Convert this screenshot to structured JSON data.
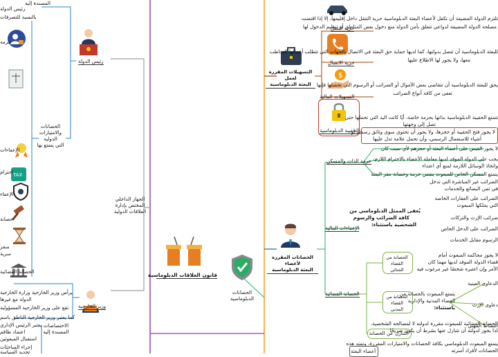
{
  "center": {
    "title": "قانون العلاقات الدبلوماسية"
  },
  "right": {
    "immunity": {
      "label": "الحصانات\nالدبلوماسية"
    },
    "facilities": {
      "label": "التسهيلات المقررة لعمل\nالبعثة الدبلوماسية",
      "movement": {
        "label": "حرية التنقل",
        "text1": "تلتزم الدولة المضيفة أن تكفل لأعضاء البعثة الدبلوماسية حرية التنقل داخل إقليمها، إلا إذا اقتضت",
        "text2": "مصلحة الدولة المضيفة لدواعي تتعلق بأمن الدولة منع دخول بعض المناطق أو تنظيم الدخول لها"
      },
      "contact": {
        "label": "حرية الاتصال",
        "text1": "للبعثة الدبلوماسية أن تتصل بدولتها، كما لديها حماية حق البعثة في الاتصال  بالجهات التي تتطلب أعمالها التخاطب",
        "text2": "معها، ولا يجوز لها الاطلاع عليها"
      },
      "finance": {
        "label": "التسهيلات المالية",
        "text1": "يحق للبعثة الدبلوماسية أن تتقاضى بعض الأموال أو الضرائب أو الرسوم التي تحصلها فإنها",
        "text2": "تعفى من كافة أنواع الضرائب"
      },
      "bag": {
        "label": "الحقيبة الدبلوماسية",
        "text1": "تتمتع الحقيبة الدبلوماسية بذاتها بحرمة خاصة، أيًا كانت اليد التي تحملها حتى",
        "text2": "تصل إلى وجهتها",
        "warn1": "لا يجوز فتح الحقيبة أو حجزها، ولا يجوز أن تحتوي سوى وثائق رسمية أو",
        "warn2": "أشياء للاستعمال الرسمي، وأن تحمل علامة تدل عليها"
      }
    },
    "members": {
      "label": "الحصانات المقررة لأعضاء\nالبعثة الدبلوماسية",
      "personal": {
        "label": "حرمة الذات والمسكن",
        "i1": "لا يجوز القبض على أعضاء البعثة أو حجزهم لأي سبب كان",
        "i2": "يجب على الدولة الموفد لديها معاملة الأعضاء بالاحترام اللازم،",
        "i3": "واتخاذ الوسائل اللازمة لمنع أي اعتداء",
        "i4": "يتمتع المسكن الخاص للمبعوث بنفس حرمة وحصانة مقر البعثة"
      },
      "fiscal": {
        "label": "الإعفاءات المالية",
        "text1": "يُعفى الممثل الدبلوماسي من",
        "text2": "كافة الضرائب والرسوم",
        "text3": "الشخصية باستثناء:",
        "e1": "الضرائب غير المباشرة التي تدخل",
        "e2": "في ثمن البضائع والخدمات",
        "e3": "الضرائب على العقارات الخاصة",
        "e4": "التي يملكها المبعوث",
        "e5": "ضرائب الإرث والتركات",
        "e6": "الضرائب على الدخل الخاص",
        "e7": "الرسوم مقابل الخدمات"
      },
      "judicial": {
        "label": "الحصانة القضائية",
        "criminal": {
          "label": "الحصانة من القضاء\nالجنائي",
          "text1": "لا يجوز محاكمة المبعوث أمام",
          "text2": "قضاء الدولة الموفد لديها مهما كان",
          "text3": "الأمر وإن اعتبره شخصًا غير مرغوب فيه"
        },
        "civil": {
          "label": "الحصانة من القضاء\nالمدني",
          "text1": "يتمتع المبعوث بالحصانة من",
          "text2": "القضاء المدنية والإدارية",
          "text3": "باستثناء:",
          "x1": "الدعاوى العينية",
          "x2": "دعاوى الإرث",
          "x3": "النشاط المهني"
        },
        "waiver": {
          "label": "التنازل عن الحصانة",
          "text1": "الحصانة القضائية للمبعوث مقررة لدولته لا لمصالحه الشخصية،",
          "text2": "لذا يجوز لدولته أن تتنازل عنها بشرط أن يكون صريحًا"
        }
      }
    },
    "bottom": {
      "text1": "يتمتع المبعوث الدبلوماسي بكافة الحصانات والامتيازات المقررة، وتمتد هذه",
      "text2": "الحصانات لأفراد أسرته",
      "tab": "أعضاء البعثة"
    }
  },
  "left": {
    "authority": {
      "label": "الجهاز الداخلي\nالمختص بإدارة\nالعلاقات الدولية"
    },
    "head": {
      "label": "رئيس الدولة",
      "items": [
        "رئيس الدولة",
        "بالنسبة للتصرفات",
        "حرمة"
      ],
      "top_label": "المسندة إليه",
      "privileges": {
        "label": "الحصانات\nوالامتيازات الدولية\nالتي يتمتع بها",
        "items": [
          "الإعفاءات",
          "احترام",
          "الإعفاء",
          "حصانة",
          "سفر",
          "سرية",
          "الحصانة القضائية"
        ]
      }
    },
    "minister": {
      "label": "وزير الخارجية",
      "t1": "يرأس وزير الخارجية وزارة الخارجية",
      "t2": "الدولة مع غيرها",
      "t3": "تقع على وزير الخارجية المسؤولية",
      "t4": "كما يعتبر وزير الخارجية الناطق باسم",
      "t5": "يعتبر الرئيس الإداري",
      "t6": "اعتماد طاقم",
      "t7": "استقبال المبعوثين",
      "comp_label": "الاختصاصات\nالمسندة إليه",
      "t8": "إجراء المباحثات",
      "t9": "تحديد السياسة"
    }
  },
  "colors": {
    "purple": "#8e44ad",
    "orange": "#f39c12",
    "gray": "#9aa0a6",
    "green": "#7cb342",
    "red": "#c0392b",
    "blue": "#2e86c1",
    "yellow": "#e6b800",
    "brown": "#8d5a2b"
  }
}
